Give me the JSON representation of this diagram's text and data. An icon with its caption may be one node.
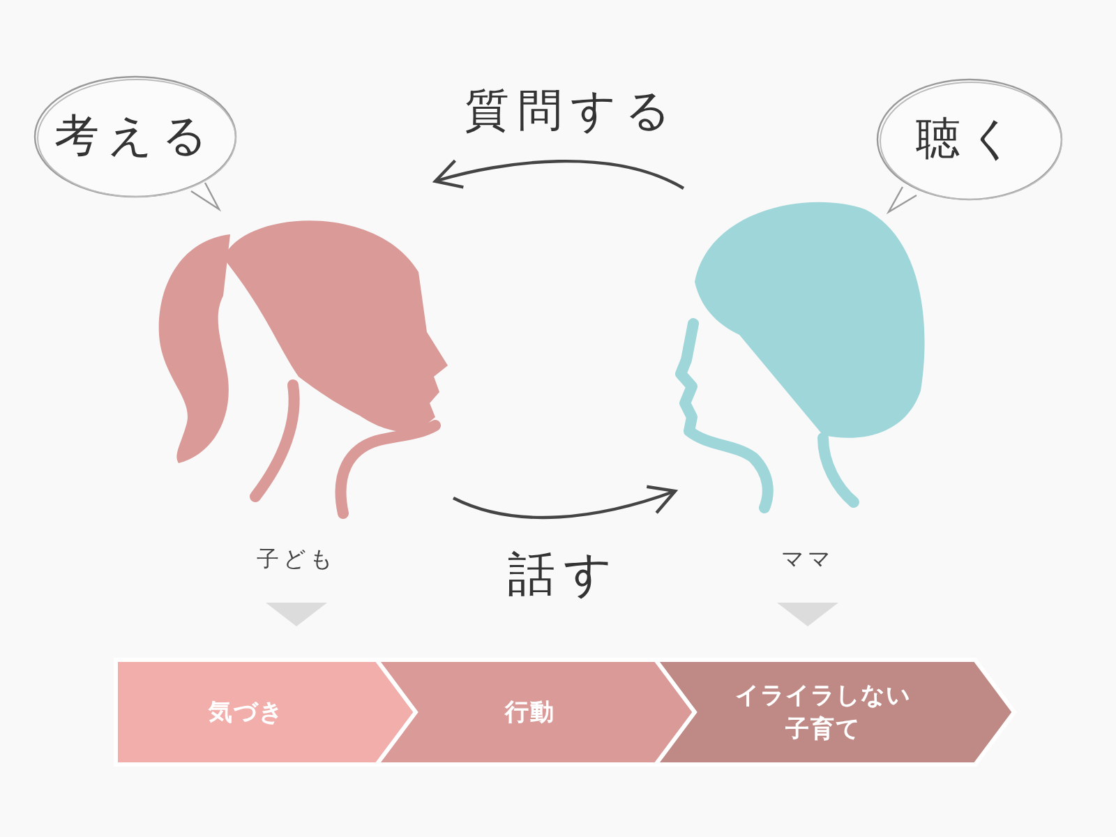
{
  "diagram": {
    "nodes": [
      {
        "text": [],
        "shape": "picture",
        "beside": [
          "子ども"
        ]
      },
      {
        "text": [],
        "shape": "picture",
        "beside": [
          "ママ"
        ]
      },
      {
        "text": [
          "考える"
        ]
      },
      {
        "text": [
          "聴く"
        ]
      },
      {
        "text": [
          "気づき"
        ]
      },
      {
        "text": [
          "行動"
        ]
      },
      {
        "text": [
          "イライラしない子育て"
        ]
      }
    ],
    "edges": [
      {
        "from": 1,
        "to": 0,
        "arrow": "to",
        "label": "質問する"
      },
      {
        "from": 0,
        "to": 1,
        "arrow": "to",
        "label": "話す"
      },
      {
        "from": 0,
        "to": 4,
        "arrow": "to",
        "color": "#dcdcdc"
      },
      {
        "from": 1,
        "to": 6,
        "arrow": "to",
        "color": "#dcdcdc"
      }
    ]
  }
}
